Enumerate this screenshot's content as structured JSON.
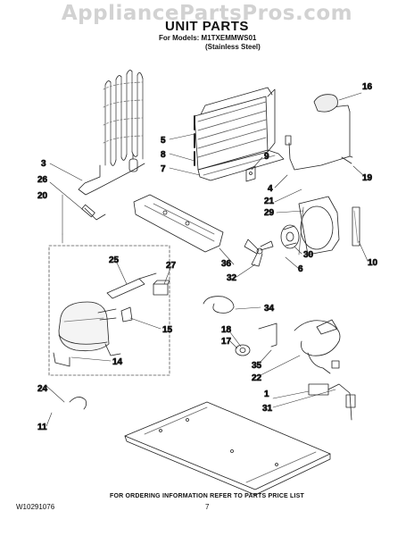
{
  "watermark": "AppliancePartsPros.com",
  "header": {
    "title": "UNIT PARTS",
    "models_line1": "For Models: M1TXEMMWS01",
    "models_line2": "(Stainless Steel)"
  },
  "callouts": [
    "16",
    "5",
    "8",
    "7",
    "9",
    "3",
    "26",
    "4",
    "19",
    "21",
    "20",
    "29",
    "25",
    "27",
    "36",
    "30",
    "32",
    "6",
    "10",
    "34",
    "18",
    "17",
    "15",
    "14",
    "35",
    "22",
    "1",
    "24",
    "31",
    "11"
  ],
  "footer": {
    "note": "FOR ORDERING INFORMATION REFER TO PARTS PRICE LIST",
    "doc_id": "W10291076",
    "page": "7"
  }
}
